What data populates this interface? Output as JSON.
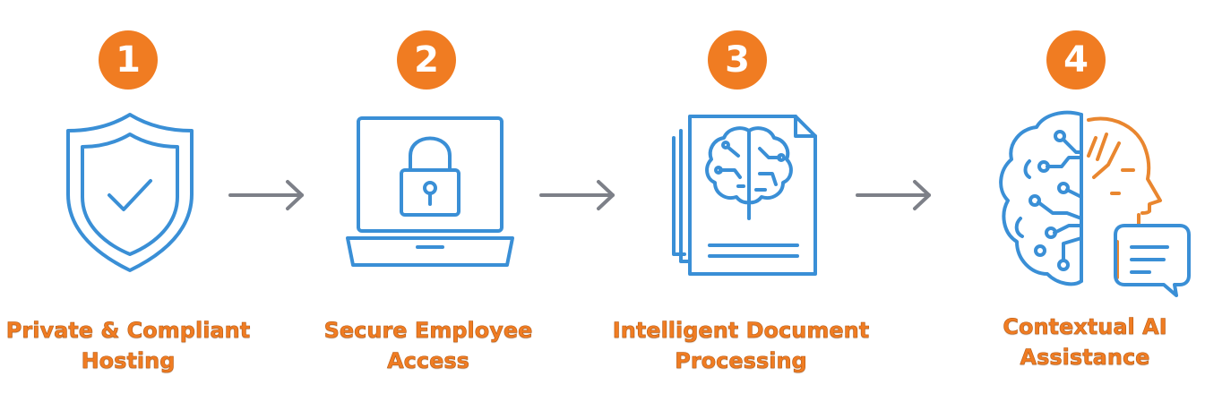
{
  "colors": {
    "accent_orange": "#f07c22",
    "icon_blue": "#3a8fd6",
    "arrow_gray": "#7d8088"
  },
  "steps": [
    {
      "number": "1",
      "icon": "shield-check-icon",
      "label_line1": "Private & Compliant",
      "label_line2": "Hosting"
    },
    {
      "number": "2",
      "icon": "laptop-lock-icon",
      "label_line1": "Secure Employee",
      "label_line2": "Access"
    },
    {
      "number": "3",
      "icon": "document-brain-icon",
      "label_line1": "Intelligent Document",
      "label_line2": "Processing"
    },
    {
      "number": "4",
      "icon": "brain-chat-icon",
      "label_line1": "Contextual AI",
      "label_line2": "Assistance"
    }
  ],
  "arrows": [
    "arrow-right-icon",
    "arrow-right-icon",
    "arrow-right-icon"
  ]
}
